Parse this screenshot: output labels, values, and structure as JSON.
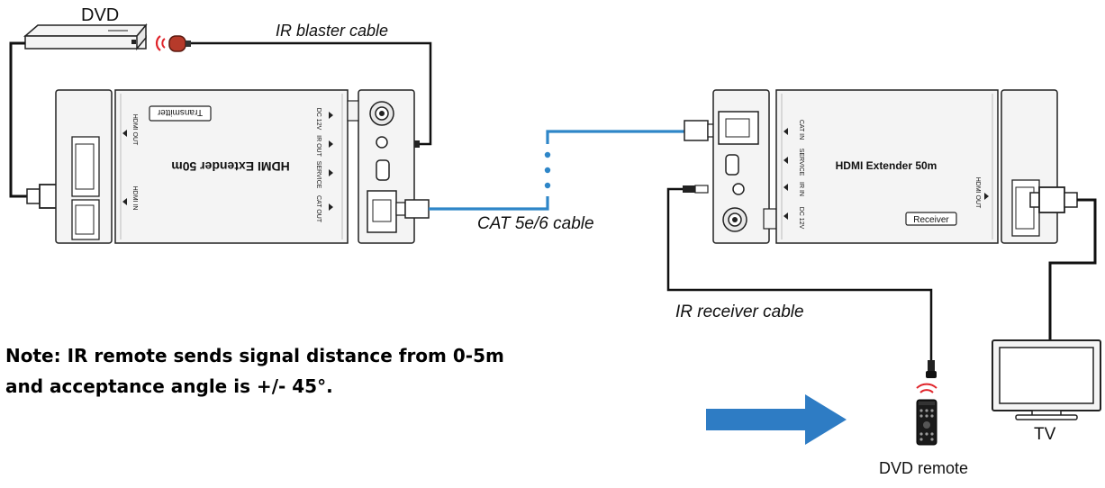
{
  "labels": {
    "dvd": "DVD",
    "ir_blaster_cable": "IR blaster cable",
    "cat_cable": "CAT 5e/6 cable",
    "ir_receiver_cable": "IR receiver cable",
    "tv": "TV",
    "dvd_remote": "DVD remote"
  },
  "note": {
    "line1": "Note: IR remote sends signal distance from 0-5m",
    "line2": "and acceptance angle is +/- 45°."
  },
  "transmitter": {
    "name": "HDMI Extender 50m",
    "badge": "Transmitter",
    "ports_left": [
      "HDMI OUT",
      "HDMI IN"
    ],
    "ports_right": [
      "DC 12V",
      "IR OUT",
      "SERVICE",
      "CAT OUT"
    ]
  },
  "receiver": {
    "name": "HDMI Extender 50m",
    "badge": "Receiver",
    "ports_left": [
      "CAT IN",
      "SERVICE",
      "IR IN",
      "DC 12V"
    ],
    "ports_right": [
      "HDMI OUT"
    ]
  },
  "colors": {
    "cat_cable": "#2e86c8",
    "arrow": "#2e7cc4",
    "ir_signal": "#e0242a",
    "outline": "#222222",
    "device_fill": "#f4f4f4"
  }
}
